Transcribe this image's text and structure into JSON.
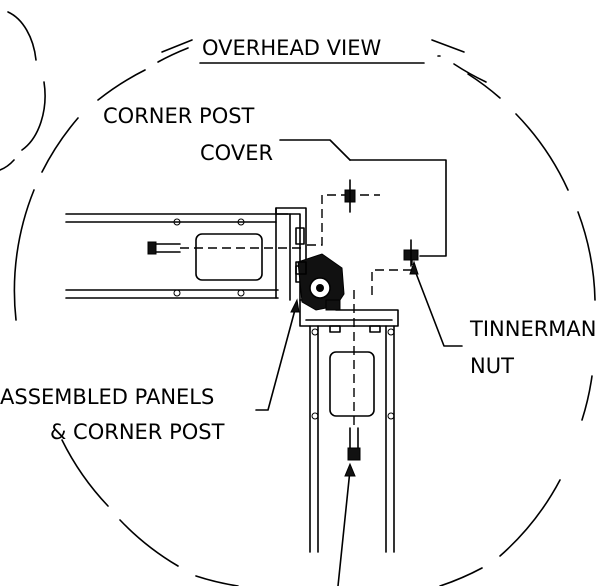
{
  "labels": {
    "title": "OVERHEAD VIEW",
    "corner_post_cover_1": "CORNER POST",
    "corner_post_cover_2": "COVER",
    "tinnerman_1": "TINNERMAN",
    "tinnerman_2": "NUT",
    "assembled_1": "ASSEMBLED PANELS",
    "assembled_2": "& CORNER POST"
  },
  "colors": {
    "line": "#000000",
    "background": "#ffffff"
  }
}
